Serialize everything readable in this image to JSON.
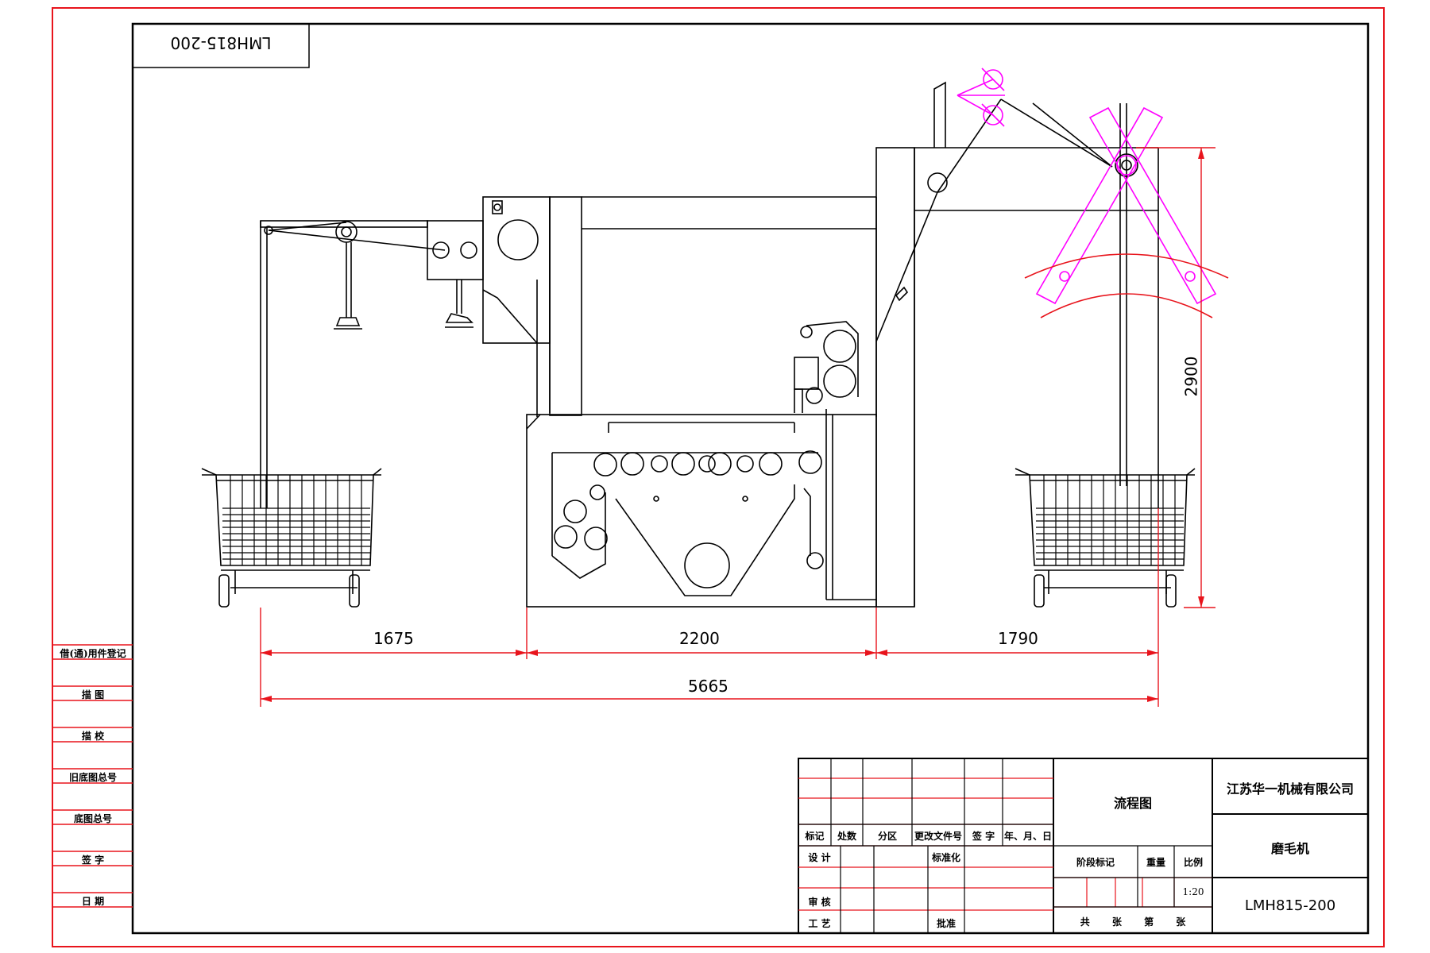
{
  "drawing": {
    "mirrored_code": "LMH815-200",
    "dimensions": {
      "d1": "1675",
      "d2": "2200",
      "d3": "1790",
      "total": "5665",
      "height": "2900"
    }
  },
  "side_column": {
    "labels": [
      "借(通)用件登记",
      "描 图",
      "描 校",
      "旧底图总号",
      "底图总号",
      "签 字",
      "日 期"
    ]
  },
  "title_block": {
    "revision_headers": [
      "标记",
      "处数",
      "分区",
      "更改文件号",
      "签 字",
      "年、月、日"
    ],
    "design": "设 计",
    "standardize": "标准化",
    "review": "审 核",
    "process": "工 艺",
    "approve": "批准",
    "drawing_name": "流程图",
    "stage_mark": "阶段标记",
    "weight": "重量",
    "scale_label": "比例",
    "scale_value": "1:20",
    "sheet_info": "共 张 第 张",
    "company": "江苏华一机械有限公司",
    "product": "磨毛机",
    "code": "LMH815-200"
  },
  "colors": {
    "frame": "#e8141c",
    "line": "#000000",
    "accent": "#ff00ff",
    "dimension": "#e8141c"
  }
}
